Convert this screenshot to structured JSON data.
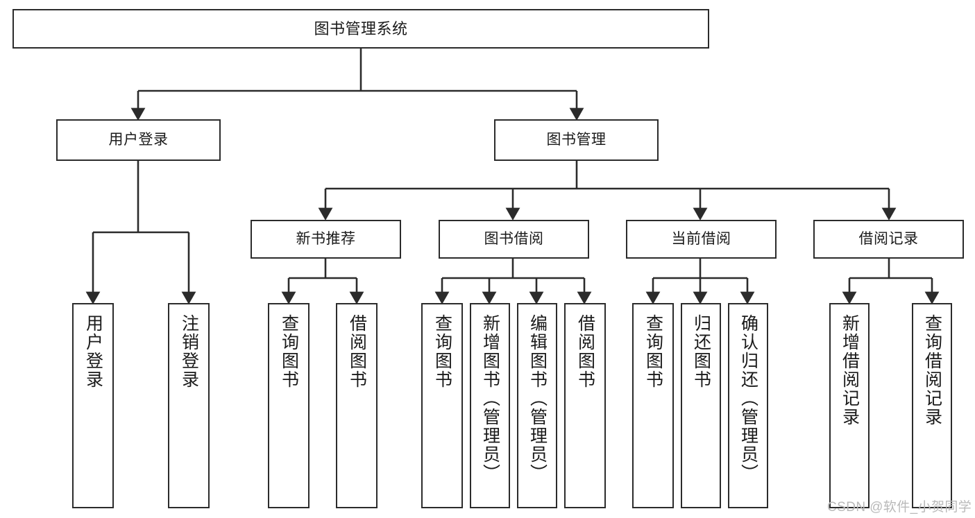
{
  "diagram": {
    "title": "图书管理系统",
    "type": "tree-hierarchy-diagram",
    "colors": {
      "box_border": "#2b2b2b",
      "box_fill": "#ffffff",
      "connector": "#2b2b2b",
      "watermark": "#b9b9b9",
      "background": "#ffffff"
    },
    "nodes": {
      "root": {
        "label": "图书管理系统"
      },
      "level2": [
        {
          "id": "user-login",
          "label": "用户登录"
        },
        {
          "id": "book-management",
          "label": "图书管理"
        }
      ],
      "level3": [
        {
          "id": "new-book-recommend",
          "label": "新书推荐"
        },
        {
          "id": "book-borrow",
          "label": "图书借阅"
        },
        {
          "id": "current-borrow",
          "label": "当前借阅"
        },
        {
          "id": "borrow-record",
          "label": "借阅记录"
        }
      ],
      "leaves": {
        "user-login": [
          {
            "id": "leaf-user-login",
            "label": "用户登录"
          },
          {
            "id": "leaf-logout-login",
            "label": "注销登录"
          }
        ],
        "new-book-recommend": [
          {
            "id": "leaf-query-book-1",
            "label": "查询图书"
          },
          {
            "id": "leaf-borrow-book-1",
            "label": "借阅图书"
          }
        ],
        "book-borrow": [
          {
            "id": "leaf-query-book-2",
            "label": "查询图书"
          },
          {
            "id": "leaf-add-book-admin",
            "label": "新增图书（管理员）"
          },
          {
            "id": "leaf-edit-book-admin",
            "label": "编辑图书（管理员）"
          },
          {
            "id": "leaf-borrow-book-2",
            "label": "借阅图书"
          }
        ],
        "current-borrow": [
          {
            "id": "leaf-query-book-3",
            "label": "查询图书"
          },
          {
            "id": "leaf-return-book",
            "label": "归还图书"
          },
          {
            "id": "leaf-confirm-return-admin",
            "label": "确认归还（管理员）"
          }
        ],
        "borrow-record": [
          {
            "id": "leaf-add-borrow-record",
            "label": "新增借阅记录"
          },
          {
            "id": "leaf-query-borrow-record",
            "label": "查询借阅记录"
          }
        ]
      }
    },
    "watermark": "CSDN @软件_小贺同学"
  }
}
